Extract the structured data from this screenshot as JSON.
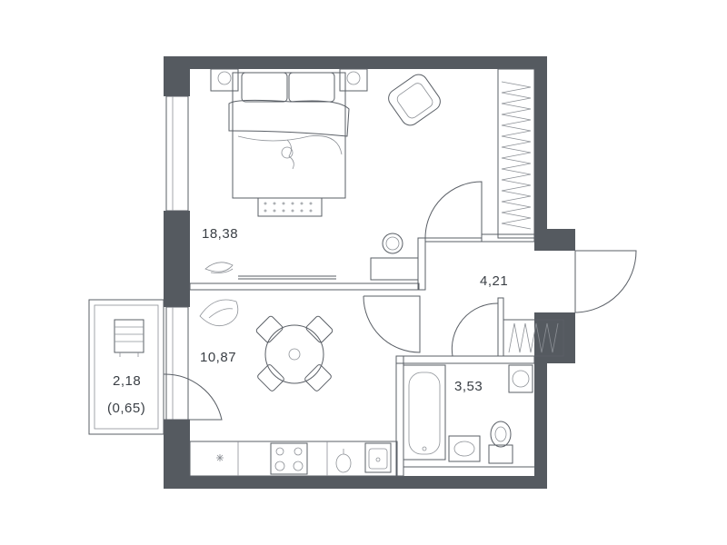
{
  "rooms": {
    "bedroom": {
      "area": "18,38"
    },
    "kitchen": {
      "area": "10,87"
    },
    "hallway": {
      "area": "4,21"
    },
    "bathroom": {
      "area": "3,53"
    },
    "balcony": {
      "area": "2,18",
      "area_reduced": "(0,65)"
    }
  },
  "colors": {
    "walls": "#555a60",
    "lines": "#5a5f66",
    "background": "#ffffff"
  },
  "icons": [
    "bed-icon",
    "armchair-icon",
    "wardrobe-icon",
    "dining-table-icon",
    "stove-icon",
    "sink-icon",
    "bathtub-icon",
    "toilet-icon",
    "washing-machine-icon",
    "plant-icon",
    "radiator-icon"
  ]
}
